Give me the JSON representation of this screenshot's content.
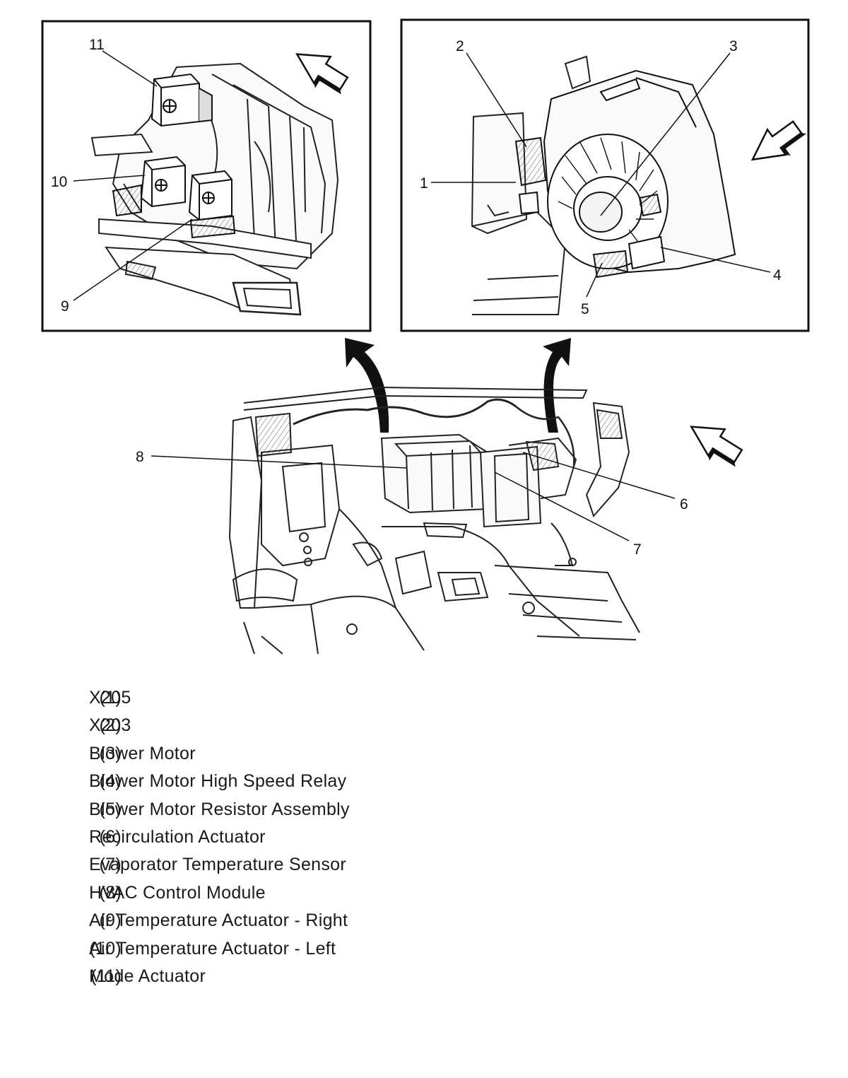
{
  "callouts": {
    "c1": "1",
    "c2": "2",
    "c3": "3",
    "c4": "4",
    "c5": "5",
    "c6": "6",
    "c7": "7",
    "c8": "8",
    "c9": "9",
    "c10": "10",
    "c11": "11"
  },
  "legend": [
    {
      "num": "(1)",
      "label": "X205"
    },
    {
      "num": "(2)",
      "label": "X203"
    },
    {
      "num": "(3)",
      "label": "Blower Motor"
    },
    {
      "num": "(4)",
      "label": "Blower Motor High Speed Relay"
    },
    {
      "num": "(5)",
      "label": "Blower Motor Resistor Assembly"
    },
    {
      "num": "(6)",
      "label": "Recirculation Actuator"
    },
    {
      "num": "(7)",
      "label": "Evaporator Temperature Sensor"
    },
    {
      "num": "(8)",
      "label": "HVAC Control Module"
    },
    {
      "num": "(9)",
      "label": "Air Temperature Actuator - Right"
    },
    {
      "num": "(10)",
      "label": "Air Temperature Actuator - Left"
    },
    {
      "num": "(11)",
      "label": "Mode Actuator"
    }
  ],
  "colors": {
    "ink": "#111111",
    "paper": "#ffffff"
  },
  "icons": [
    "direction-arrow-icon",
    "zoom-arrow-icon"
  ]
}
